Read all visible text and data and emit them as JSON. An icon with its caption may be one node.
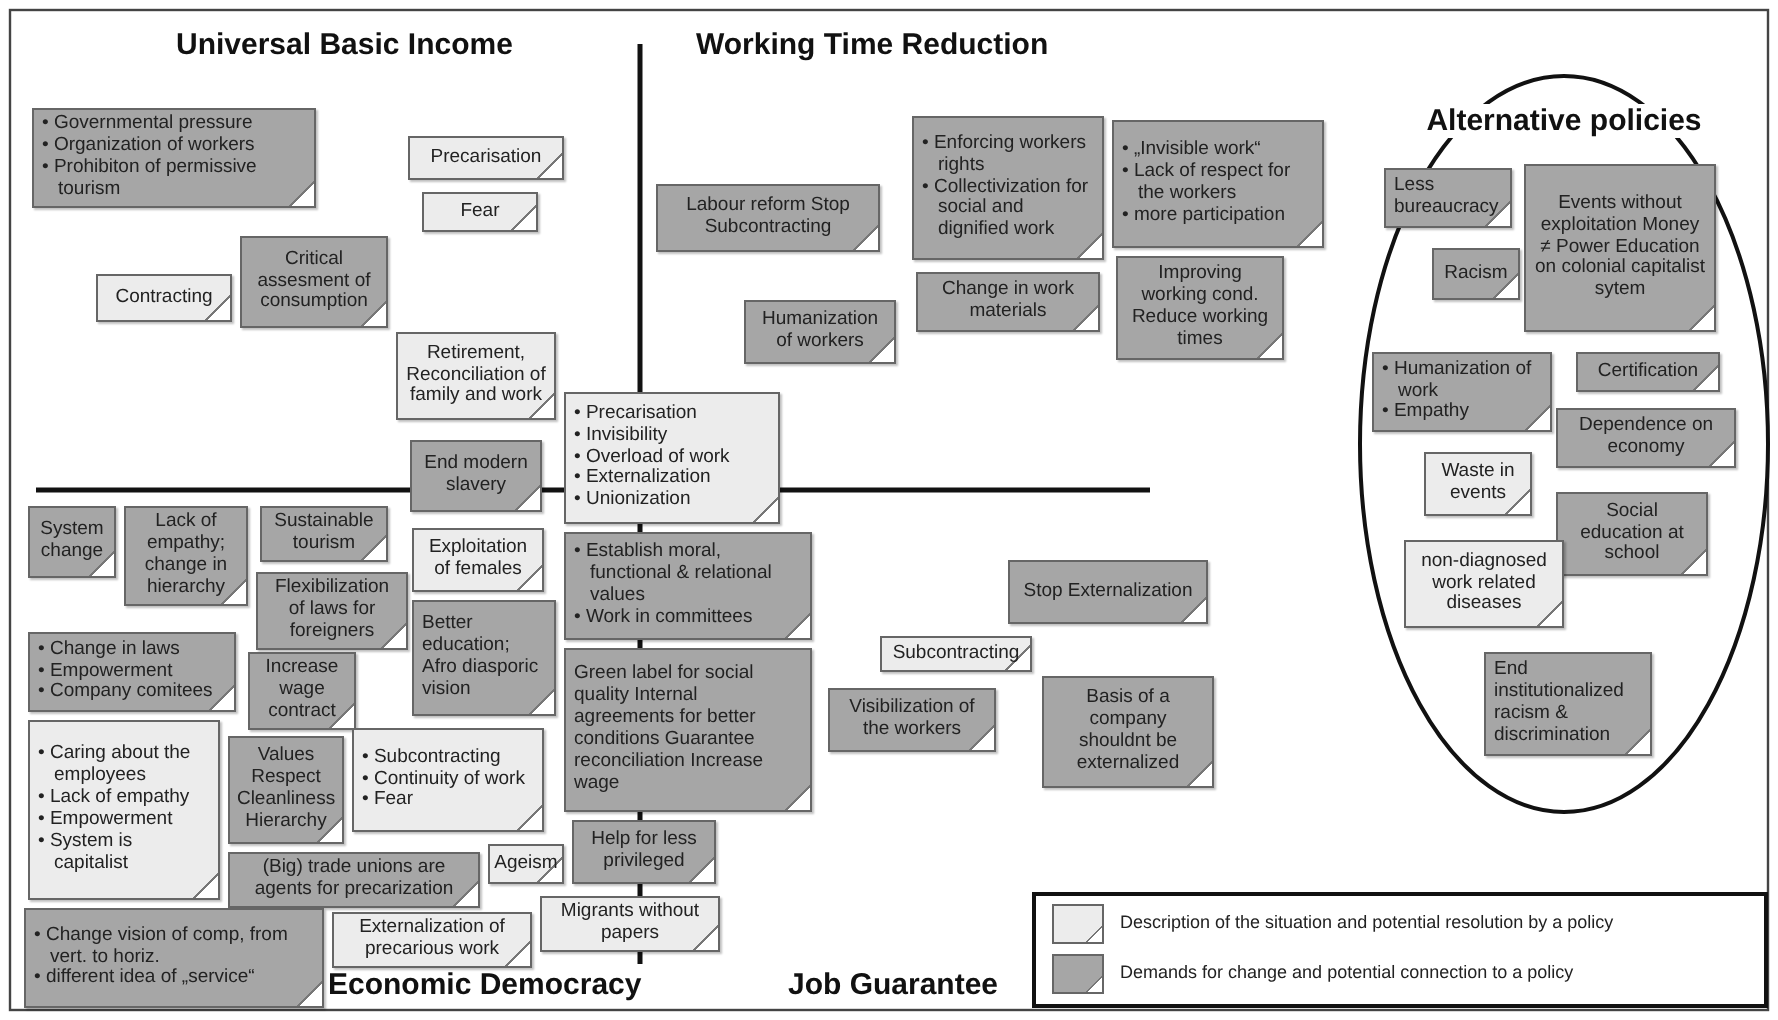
{
  "diagram": {
    "nodes": [
      {
        "text": [
          "• Governmental pressure",
          "• Organization of workers",
          "• Prohibiton of permissive tourism"
        ]
      },
      {
        "text": [
          "Precarisation"
        ]
      },
      {
        "text": [
          "Fear"
        ]
      },
      {
        "text": [
          "Contracting"
        ]
      },
      {
        "text": [
          "Critical assesment of consumption"
        ]
      },
      {
        "text": [
          "Retirement, Reconciliation of family and work"
        ]
      },
      {
        "text": [
          "• Precarisation",
          "• Invisibility",
          "• Overload of work",
          "• Externalization",
          "• Unionization"
        ]
      },
      {
        "text": [
          "End modern slavery"
        ]
      },
      {
        "text": [
          "Labour reform Stop Subcontracting"
        ]
      },
      {
        "text": [
          "Humanization of workers"
        ]
      },
      {
        "text": [
          "• Enforcing workers rights",
          "• Collectivization for social and dignified work"
        ]
      },
      {
        "text": [
          "• „Invisible work“",
          "• Lack of respect for the workers",
          "• more participation"
        ]
      },
      {
        "text": [
          "Change in work materials"
        ]
      },
      {
        "text": [
          "Improving working cond. Reduce working times"
        ]
      },
      {
        "text": [
          "System change"
        ]
      },
      {
        "text": [
          "Lack of empathy; change in hierarchy"
        ]
      },
      {
        "text": [
          "Sustainable tourism"
        ]
      },
      {
        "text": [
          "Exploitation of females"
        ]
      },
      {
        "text": [
          "Flexibilization of laws for foreigners"
        ]
      },
      {
        "text": [
          "• Establish moral, functional & relational values",
          "• Work in committees"
        ]
      },
      {
        "text": [
          "• Change in laws",
          "• Empowerment",
          "• Company comitees"
        ]
      },
      {
        "text": [
          "Increase wage contract"
        ]
      },
      {
        "text": [
          "Better education; Afro diasporic vision"
        ]
      },
      {
        "text": [
          "Green label for social quality Internal agreements for better conditions Guarantee reconciliation Increase wage"
        ]
      },
      {
        "text": [
          "• Caring about the employees",
          "• Lack of empathy",
          "• Empowerment",
          "• System is capitalist"
        ]
      },
      {
        "text": [
          "Values Respect Cleanliness Hierarchy"
        ]
      },
      {
        "text": [
          "• Subcontracting",
          "• Continuity of work",
          "• Fear"
        ]
      },
      {
        "text": [
          "Ageism"
        ]
      },
      {
        "text": [
          "Help for less privileged"
        ]
      },
      {
        "text": [
          "(Big) trade unions are agents for precarization"
        ]
      },
      {
        "text": [
          "• Change vision of comp, from vert. to horiz.",
          "• different idea of „service“"
        ]
      },
      {
        "text": [
          "Externalization of precarious work"
        ]
      },
      {
        "text": [
          "Migrants without papers"
        ]
      },
      {
        "text": [
          "Stop Externalization"
        ]
      },
      {
        "text": [
          "Subcontracting"
        ]
      },
      {
        "text": [
          "Visibilization of the workers"
        ]
      },
      {
        "text": [
          "Basis of a company shouldnt be externalized"
        ]
      },
      {
        "text": [
          "Alternative policies"
        ]
      },
      {
        "text": [
          "Less bureaucracy"
        ],
        "in": 37
      },
      {
        "text": [
          "Events without exploitation Money ≠ Power Education on colonial capitalist sytem"
        ],
        "in": 37
      },
      {
        "text": [
          "Racism"
        ],
        "in": 37
      },
      {
        "text": [
          "• Humanization of work",
          "• Empathy"
        ],
        "in": 37
      },
      {
        "text": [
          "Certification"
        ],
        "in": 37
      },
      {
        "text": [
          "Dependence on economy"
        ],
        "in": 37
      },
      {
        "text": [
          "Waste in events"
        ],
        "in": 37
      },
      {
        "text": [
          "Social education at school"
        ],
        "in": 37
      },
      {
        "text": [
          "non-diagnosed work related diseases"
        ],
        "in": 37
      },
      {
        "text": [
          "End institutionalized racism & discrimination"
        ],
        "in": 37
      }
    ],
    "labels": [
      "Universal Basic Income",
      "Working Time Reduction",
      "Economic Democracy",
      "Job Guarantee"
    ],
    "legend": [
      {
        "text": "Description of the situation and potential resolution by a policy",
        "color": "#ececec"
      },
      {
        "text": "Demands for change and potential connection to a policy",
        "color": "#a6a6a6"
      }
    ]
  }
}
